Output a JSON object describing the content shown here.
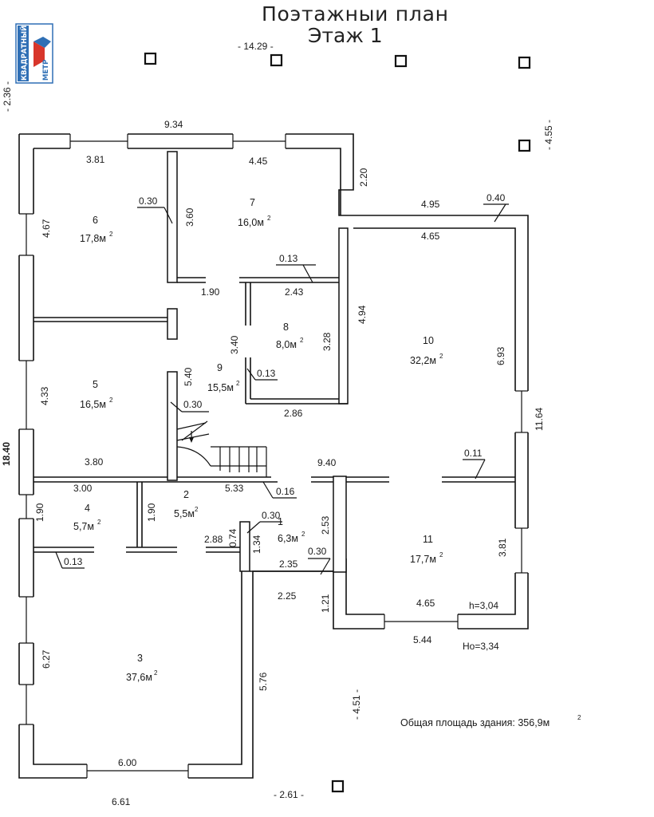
{
  "header": {
    "title_line1": "Поэтажныи план",
    "title_line2": "Этаж 1"
  },
  "logo": {
    "line1": "КВАДРАТНЫЙ",
    "line2": "МЕТР",
    "colors": {
      "blue": "#2f6fb5",
      "red": "#d8362b"
    }
  },
  "outer_marks": {
    "top_width": "- 14.29 -",
    "left_offset": "- 2.36 -",
    "right_offset": "- 4.55 -",
    "bottom_offset_right": "- 4.51 -",
    "bottom_width": "- 2.61 -"
  },
  "rooms": [
    {
      "num": "6",
      "area": "17,8м"
    },
    {
      "num": "7",
      "area": "16,0м"
    },
    {
      "num": "8",
      "area": "8,0м"
    },
    {
      "num": "9",
      "area": "15,5м"
    },
    {
      "num": "10",
      "area": "32,2м"
    },
    {
      "num": "5",
      "area": "16,5м"
    },
    {
      "num": "4",
      "area": "5,7м"
    },
    {
      "num": "2",
      "area": "5,5м"
    },
    {
      "num": "1",
      "area": "6,3м"
    },
    {
      "num": "11",
      "area": "17,7м"
    },
    {
      "num": "3",
      "area": "37,6м"
    }
  ],
  "area_superscript": "2",
  "dims": {
    "d934": "9.34",
    "d381a": "3.81",
    "d445": "4.45",
    "d220": "2.20",
    "d495": "4.95",
    "d040": "0.40",
    "d465a": "4.65",
    "d030a": "0.30",
    "d360": "3.60",
    "d467": "4.67",
    "d190a": "1.90",
    "d013a": "0.13",
    "d243": "2.43",
    "d494": "4.94",
    "d340": "3.40",
    "d328": "3.28",
    "d693": "6.93",
    "d540": "5.40",
    "d013b": "0.13",
    "d030b": "0.30",
    "d286": "2.86",
    "d1164": "11.64",
    "d433": "4.33",
    "d1840": "18.40",
    "d380": "3.80",
    "d940": "9.40",
    "d011": "0.11",
    "d300": "3.00",
    "d533": "5.33",
    "d016": "0.16",
    "d190b": "1.90",
    "d190c": "1.90",
    "d253": "2.53",
    "d030c": "0.30",
    "d074": "0.74",
    "d134": "1.34",
    "d288": "2.88",
    "d013c": "0.13",
    "d381b": "3.81",
    "d030d": "0.30",
    "d235": "2.35",
    "d225": "2.25",
    "d121": "1.21",
    "d465b": "4.65",
    "d544": "5.44",
    "d627": "6.27",
    "d576": "5.76",
    "d600": "6.00",
    "d661": "6.61"
  },
  "heights": {
    "h": "h=3,04",
    "ho": "Ho=3,34"
  },
  "total_area": {
    "label": "Общая площадь здания: 356,9м",
    "sup": "2"
  }
}
